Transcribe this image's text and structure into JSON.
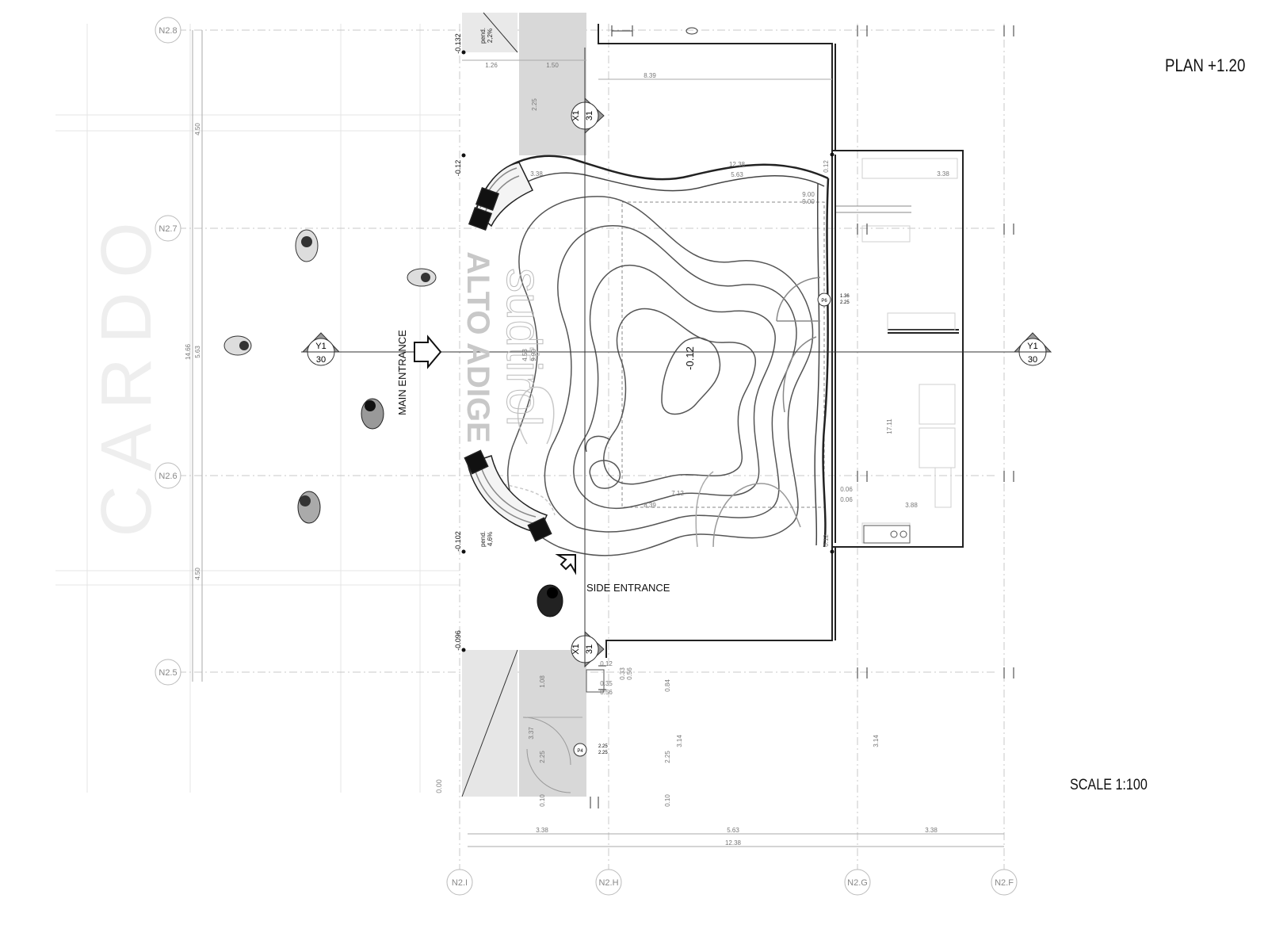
{
  "plan_title": "PLAN +1.20",
  "scale": "SCALE 1:100",
  "street_name": "CARDO",
  "logo_text": [
    "sudtirol",
    "ALTO ADIGE"
  ],
  "entrances": {
    "main": "MAIN ENTRANCE",
    "side": "SIDE ENTRANCE"
  },
  "grid_rows": [
    "N2.8",
    "N2.7",
    "N2.6",
    "N2.5"
  ],
  "grid_cols": [
    "N2.I",
    "N2.H",
    "N2.G",
    "N2.F"
  ],
  "section_marks": {
    "y1_left": {
      "code": "Y1",
      "sheet": "30"
    },
    "y1_right": {
      "code": "Y1",
      "sheet": "30"
    },
    "x1_top": {
      "code": "X1",
      "sheet": "31"
    },
    "x1_bottom": {
      "code": "X1",
      "sheet": "31"
    }
  },
  "levels": [
    "-0.132",
    "-0.12",
    "-0.102",
    "-0.096",
    "-0.12",
    "0.00"
  ],
  "slopes": [
    {
      "label": "pend.",
      "value": "2,2%"
    },
    {
      "label": "pend.",
      "value": "4,6%"
    }
  ],
  "doors": [
    {
      "tag": "P6",
      "w": "1.36",
      "h": "2.25"
    },
    {
      "tag": "P4",
      "w": "2.25",
      "h": "2.25"
    }
  ],
  "dimensions": {
    "left_chain": [
      "4.50",
      "5.63",
      "4.50"
    ],
    "left_total": "14.66",
    "top_a": "1.26",
    "top_b": "1.50",
    "top_wide": "8.39",
    "corridor": "2.25",
    "inner": [
      "12.38",
      "5.63",
      "3.38",
      "9.00",
      "9.00",
      "4.53",
      "9.90",
      "0.12"
    ],
    "lower": [
      "7.12",
      "8.39",
      "0.06",
      "0.06",
      "3.88",
      "0.12"
    ],
    "right_room": [
      "3.38",
      "17.11"
    ],
    "bottom_small": [
      "0.12",
      "0.35",
      "0.56",
      "0.33",
      "0.56",
      "0.84",
      "0.10",
      "0.10"
    ],
    "bottom_vert": [
      "1.08",
      "3.37",
      "2.25",
      "2.25",
      "3.14",
      "3.14"
    ],
    "bottom_chain": [
      "3.38",
      "5.63",
      "3.38"
    ],
    "bottom_total": "12.38"
  }
}
